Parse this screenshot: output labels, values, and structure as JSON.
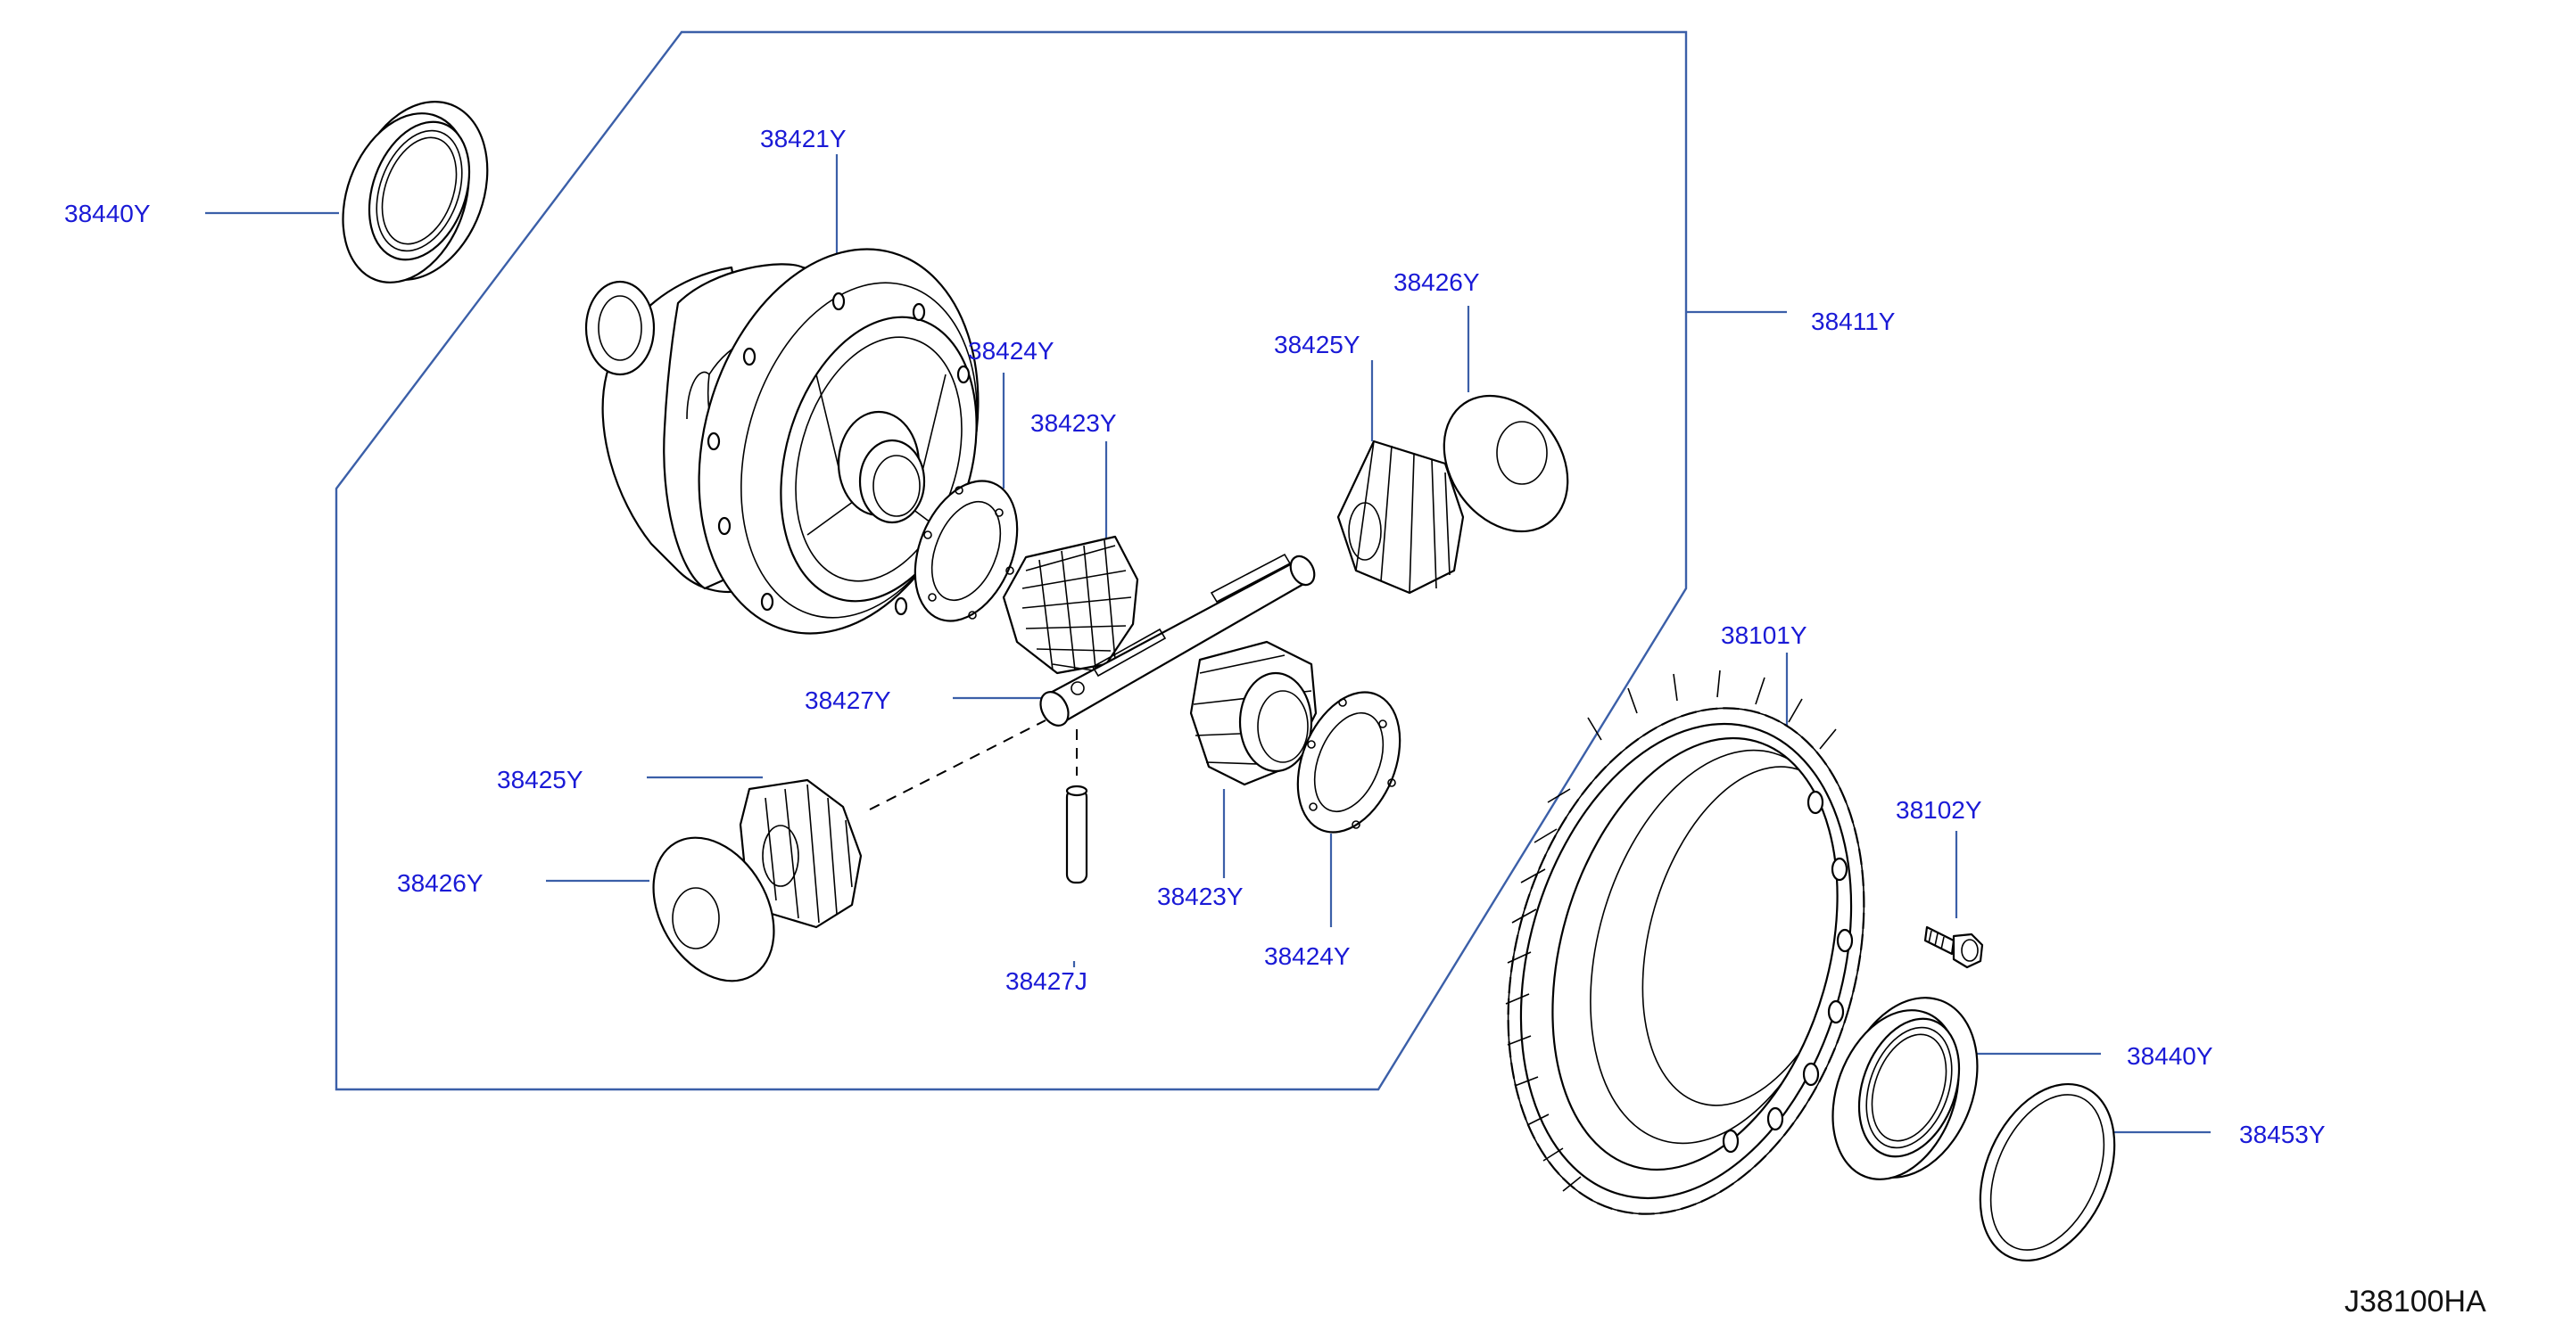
{
  "diagram": {
    "drawing_code": "J38100HA",
    "group_label": "38411Y",
    "callouts": [
      {
        "id": "seal-left",
        "text": "38440Y"
      },
      {
        "id": "case",
        "text": "38421Y"
      },
      {
        "id": "washer-thrust-upper",
        "text": "38424Y"
      },
      {
        "id": "side-gear-upper",
        "text": "38423Y"
      },
      {
        "id": "pinion-upper",
        "text": "38425Y"
      },
      {
        "id": "washer-pinion-upper",
        "text": "38426Y"
      },
      {
        "id": "shaft",
        "text": "38427Y"
      },
      {
        "id": "pinion-lower",
        "text": "38425Y"
      },
      {
        "id": "washer-pinion-lower",
        "text": "38426Y"
      },
      {
        "id": "pin",
        "text": "38427J"
      },
      {
        "id": "side-gear-lower",
        "text": "38423Y"
      },
      {
        "id": "washer-thrust-lower",
        "text": "38424Y"
      },
      {
        "id": "ring-gear",
        "text": "38101Y"
      },
      {
        "id": "bolt",
        "text": "38102Y"
      },
      {
        "id": "seal-right",
        "text": "38440Y"
      },
      {
        "id": "shim",
        "text": "38453Y"
      }
    ]
  }
}
